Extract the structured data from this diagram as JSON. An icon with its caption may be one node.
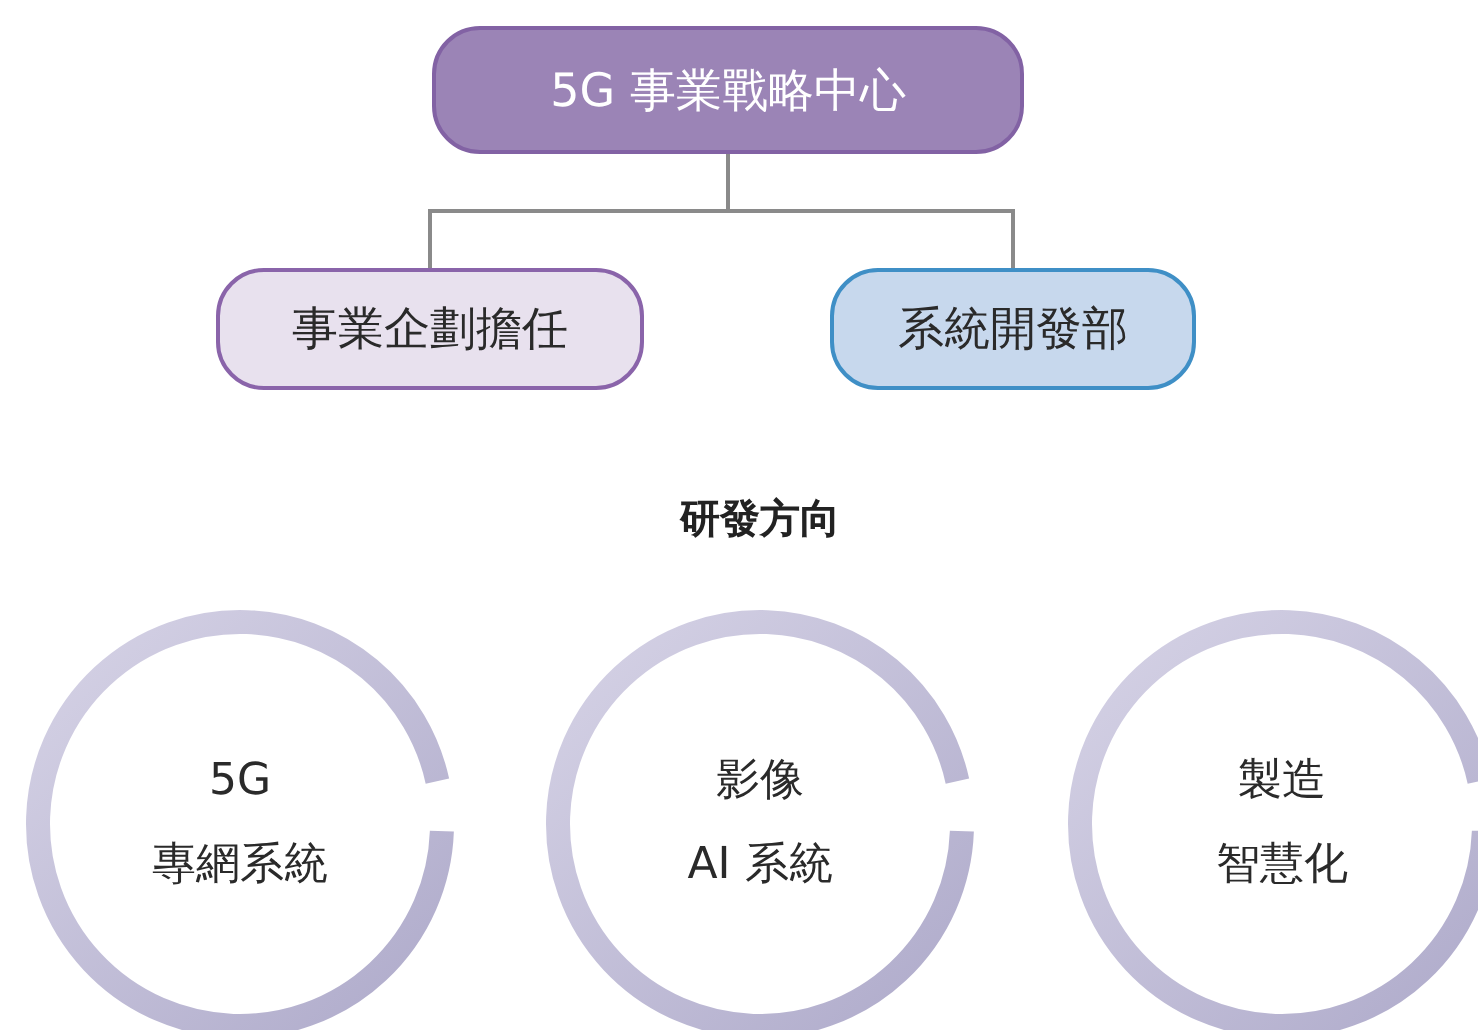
{
  "diagram": {
    "nodes": [
      {
        "text": [
          "5G 事業戰略中心"
        ]
      },
      {
        "text": [
          "事業企劃擔任"
        ]
      },
      {
        "text": [
          "系統開發部"
        ]
      },
      {
        "text": [
          "5G",
          "專網系統"
        ]
      },
      {
        "text": [
          "影像",
          "AI 系統"
        ]
      },
      {
        "text": [
          "製造",
          "智慧化"
        ]
      }
    ],
    "edges": [
      {
        "from": 0,
        "to": 1,
        "arrow": "none"
      },
      {
        "from": 0,
        "to": 2,
        "arrow": "none"
      }
    ],
    "labels": [
      "研發方向"
    ]
  }
}
